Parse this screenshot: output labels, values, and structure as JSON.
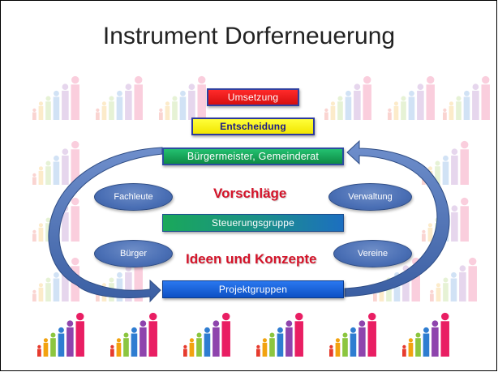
{
  "title": "Instrument Dorferneuerung",
  "boxes": {
    "umsetzung": "Umsetzung",
    "entscheidung": "Entscheidung",
    "buergermeister": "Bürgermeister, Gemeinderat",
    "steuerung": "Steuerungsgruppe",
    "projektgruppen": "Projektgruppen"
  },
  "ellipses": {
    "fachleute": "Fachleute",
    "verwaltung": "Verwaltung",
    "buerger": "Bürger",
    "vereine": "Vereine"
  },
  "labels": {
    "vorschlaege": "Vorschläge",
    "ideen": "Ideen und Konzepte"
  },
  "colors": {
    "red": "#e8111c",
    "yellow": "#ffff00",
    "green": "#1aa85a",
    "blue": "#1560d9",
    "arrow": "#4a6fb5",
    "label_red": "#d4142a",
    "people": [
      "#e63b2e",
      "#f2a20f",
      "#8cc63f",
      "#2e7dd1",
      "#8e44ad",
      "#e91e63",
      "#00a99d"
    ]
  }
}
